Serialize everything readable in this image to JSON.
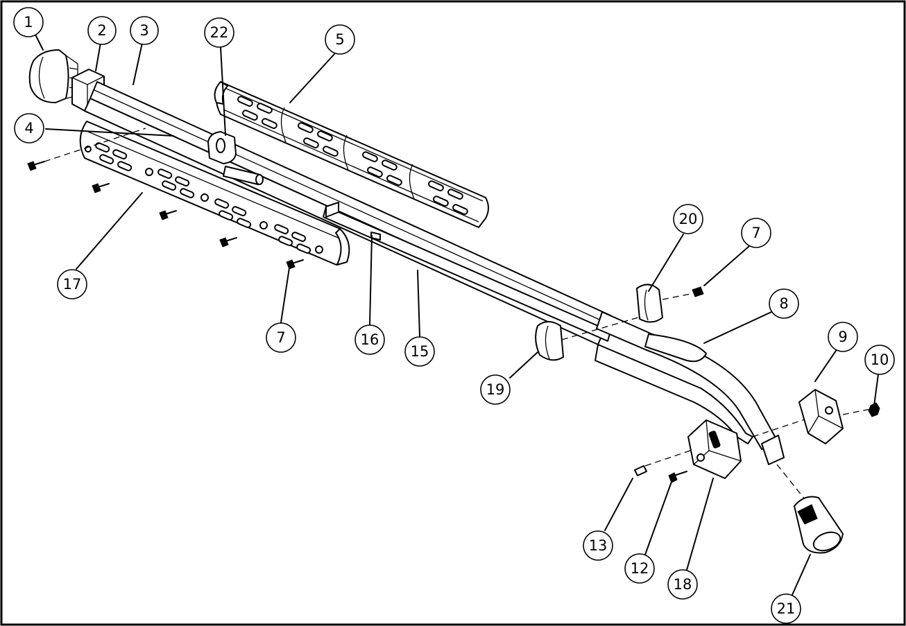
{
  "diagram": {
    "callouts": [
      {
        "id": "c1",
        "label": "1"
      },
      {
        "id": "c2",
        "label": "2"
      },
      {
        "id": "c3",
        "label": "3"
      },
      {
        "id": "c22",
        "label": "22"
      },
      {
        "id": "c5",
        "label": "5"
      },
      {
        "id": "c4",
        "label": "4"
      },
      {
        "id": "c17",
        "label": "17"
      },
      {
        "id": "c7a",
        "label": "7"
      },
      {
        "id": "c16",
        "label": "16"
      },
      {
        "id": "c15",
        "label": "15"
      },
      {
        "id": "c20",
        "label": "20"
      },
      {
        "id": "c7b",
        "label": "7"
      },
      {
        "id": "c8",
        "label": "8"
      },
      {
        "id": "c19",
        "label": "19"
      },
      {
        "id": "c9",
        "label": "9"
      },
      {
        "id": "c10",
        "label": "10"
      },
      {
        "id": "c13",
        "label": "13"
      },
      {
        "id": "c12",
        "label": "12"
      },
      {
        "id": "c18",
        "label": "18"
      },
      {
        "id": "c21",
        "label": "21"
      }
    ]
  }
}
